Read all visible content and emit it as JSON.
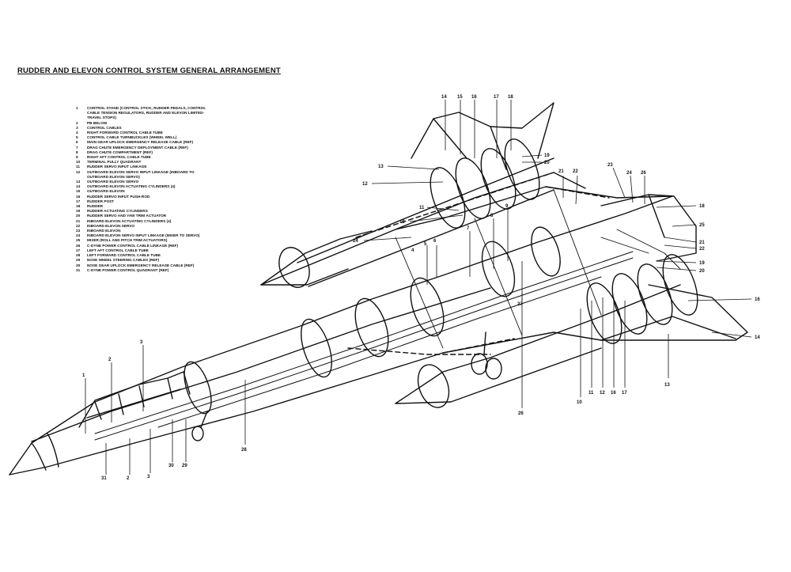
{
  "title": "RUDDER AND ELEVON CONTROL SYSTEM GENERAL ARRANGEMENT",
  "legend": [
    {
      "num": "1",
      "text": "CONTROL STAND (CONTROL STICK, RUDDER PEDALS, CONTROL CABLE TENSION REGULATORS, RUDDER AND ELEVON LIMITED-TRAVEL STOPS)"
    },
    {
      "num": "2",
      "text": "PB BELOW"
    },
    {
      "num": "3",
      "text": "CONTROL CABLES"
    },
    {
      "num": "4",
      "text": "RIGHT FORWARD CONTROL CABLE TUBE"
    },
    {
      "num": "5",
      "text": "CONTROL CABLE TURNBUCKLES (WHEEL WELL)"
    },
    {
      "num": "6",
      "text": "MAIN GEAR UPLOCK EMERGENCY RELEASE CABLE (REF)"
    },
    {
      "num": "7",
      "text": "DRAG CHUTE EMERGENCY DEPLOYMENT CABLE (REF)"
    },
    {
      "num": "8",
      "text": "DRAG CHUTE COMPARTMENT (REF)"
    },
    {
      "num": "9",
      "text": "RIGHT AFT CONTROL CABLE TUBE"
    },
    {
      "num": "10",
      "text": "TERMINAL PULLY QUADRANT"
    },
    {
      "num": "11",
      "text": "RUDDER SERVO INPUT LINKAGE"
    },
    {
      "num": "12",
      "text": "OUTBOARD ELEVON SERVO INPUT LINKAGE (INBOARD TO OUTBOARD ELEVON SERVO)"
    },
    {
      "num": "13",
      "text": "OUTBOARD ELEVON SERVO"
    },
    {
      "num": "14",
      "text": "OUTBOARD ELEVON ACTUATING CYLINDERS (4)"
    },
    {
      "num": "15",
      "text": "OUTBOARD ELEVON"
    },
    {
      "num": "16",
      "text": "RUDDER SERVO INPUT PUSH-ROD"
    },
    {
      "num": "17",
      "text": "RUDDER POST"
    },
    {
      "num": "18",
      "text": "RUDDER"
    },
    {
      "num": "19",
      "text": "RUDDER ACTUATING CYLINDERS"
    },
    {
      "num": "20",
      "text": "RUDDER SERVO AND YAW TRIM ACTUATOR"
    },
    {
      "num": "21",
      "text": "INBOARD ELEVON ACTUATING CYLINDERS (4)"
    },
    {
      "num": "22",
      "text": "INBOARD ELEVON SERVO"
    },
    {
      "num": "23",
      "text": "INBOARD ELEVON"
    },
    {
      "num": "24",
      "text": "INBOARD ELEVON SERVO INPUT LINKAGE (MIXER TO SERVO)"
    },
    {
      "num": "25",
      "text": "MIXER (ROLL AND PITCH TRIM ACTUATORS)"
    },
    {
      "num": "26",
      "text": "C-DYNE POWER CONTROL CABLE LINKAGE (REF)"
    },
    {
      "num": "27",
      "text": "LEFT AFT CONTROL CABLE TUBE"
    },
    {
      "num": "28",
      "text": "LEFT FORWARD CONTROL CABLE TUBE"
    },
    {
      "num": "29",
      "text": "NOSE WHEEL STEERING CABLES (REF)"
    },
    {
      "num": "30",
      "text": "NOSE GEAR UPLOCK EMERGENCY RELEASE CABLE (REF)"
    },
    {
      "num": "31",
      "text": "C-DYNE POWER CONTROL QUADRANT (REF)"
    }
  ],
  "callouts": [
    "14",
    "15",
    "16",
    "17",
    "18",
    "19",
    "20",
    "13",
    "12",
    "11",
    "10",
    "24",
    "21",
    "22",
    "23",
    "24",
    "26",
    "18",
    "25",
    "21",
    "22",
    "19",
    "20",
    "16",
    "14",
    "13",
    "9",
    "8",
    "7",
    "6",
    "5",
    "4",
    "27",
    "26",
    "10",
    "11",
    "12",
    "16",
    "17",
    "28",
    "1",
    "2",
    "3",
    "31",
    "2",
    "3",
    "30",
    "29"
  ]
}
